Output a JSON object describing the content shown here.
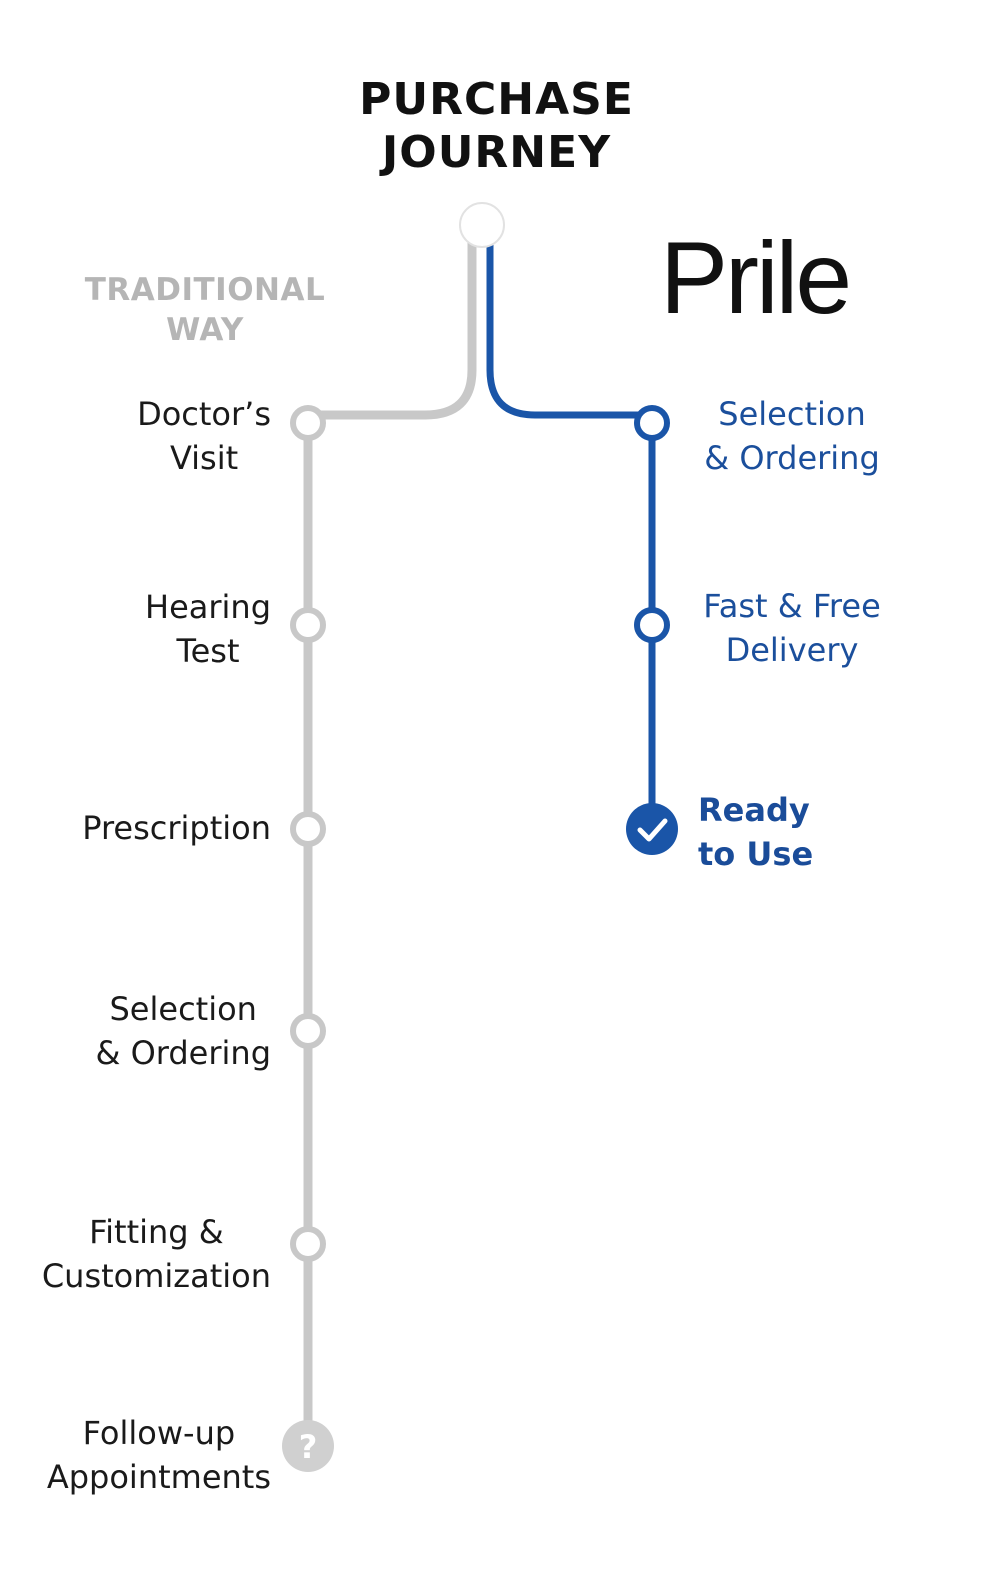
{
  "title": {
    "line1": "PURCHASE",
    "line2": "JOURNEY"
  },
  "traditional": {
    "label_line1": "TRADITIONAL",
    "label_line2": "WAY",
    "steps": [
      {
        "line1": "Doctor’s",
        "line2": "Visit"
      },
      {
        "line1": "Hearing",
        "line2": "Test"
      },
      {
        "line1": "Prescription",
        "line2": ""
      },
      {
        "line1": "Selection",
        "line2": "& Ordering"
      },
      {
        "line1": "Fitting &",
        "line2": "Customization"
      },
      {
        "line1": "Follow-up",
        "line2": "Appointments",
        "marker": "?"
      }
    ]
  },
  "prile": {
    "brand": "Prile",
    "steps": [
      {
        "line1": "Selection",
        "line2": "& Ordering"
      },
      {
        "line1": "Fast & Free",
        "line2": "Delivery"
      },
      {
        "line1": "Ready",
        "line2": "to Use",
        "marker": "check-icon"
      }
    ]
  },
  "colors": {
    "traditional_line": "#c8c8c8",
    "prile_line": "#1a55a8",
    "prile_text": "#1b4f9c",
    "title_text": "#111111"
  }
}
